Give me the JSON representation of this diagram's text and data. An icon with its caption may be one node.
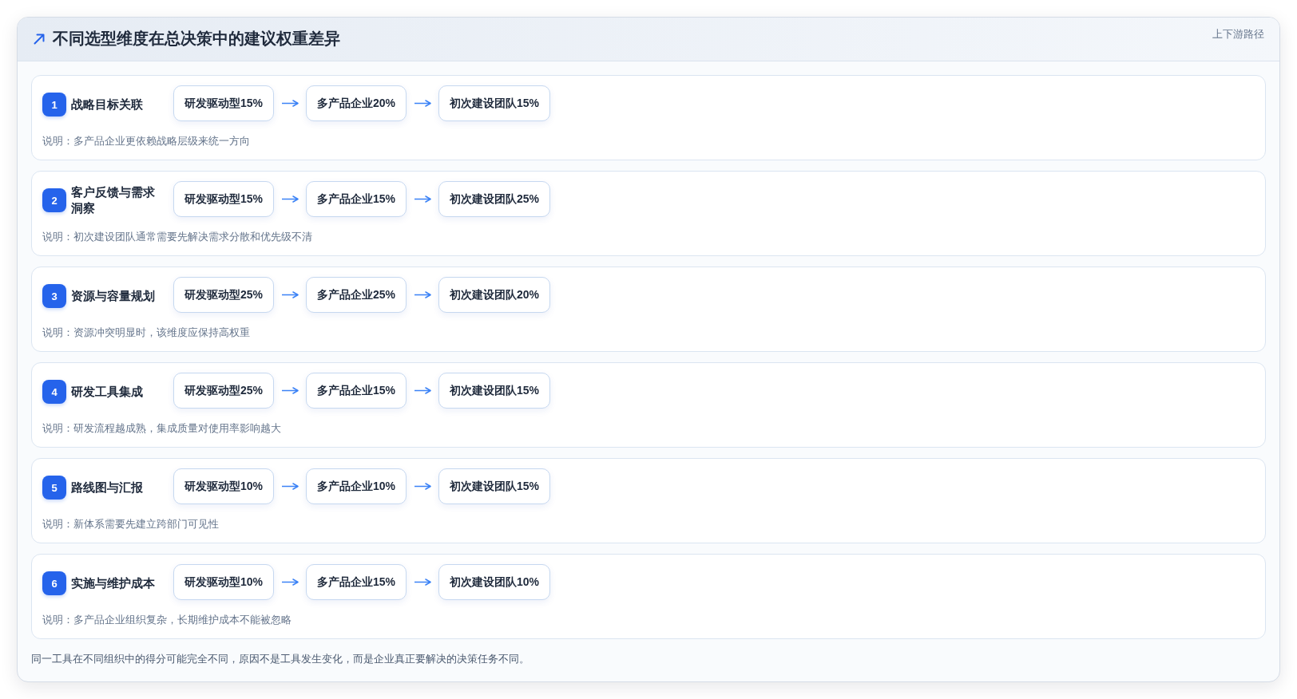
{
  "diagram": {
    "title": "不同选型维度在总决策中的建议权重差异",
    "caption": "同一工具在不同组织中的得分可能完全不同，原因不是工具发生变化，而是企业真正要解决的决策任务不同。",
    "labels": [
      "上下游路径"
    ],
    "nodes": [
      {
        "text": [
          "战略目标关联",
          "说明：多产品企业更依赖战略层级来统一方向"
        ]
      },
      {
        "text": [
          "1"
        ],
        "in": 0
      },
      {
        "text": [
          "研发驱动型15%"
        ],
        "in": 0
      },
      {
        "text": [
          "多产品企业20%"
        ],
        "in": 0
      },
      {
        "text": [
          "初次建设团队15%"
        ],
        "in": 0
      },
      {
        "text": [
          "客户反馈与需求洞察",
          "说明：初次建设团队通常需要先解决需求分散和优先级不清"
        ]
      },
      {
        "text": [
          "2"
        ],
        "in": 5
      },
      {
        "text": [
          "研发驱动型15%"
        ],
        "in": 5
      },
      {
        "text": [
          "多产品企业15%"
        ],
        "in": 5
      },
      {
        "text": [
          "初次建设团队25%"
        ],
        "in": 5
      },
      {
        "text": [
          "资源与容量规划",
          "说明：资源冲突明显时，该维度应保持高权重"
        ]
      },
      {
        "text": [
          "3"
        ],
        "in": 10
      },
      {
        "text": [
          "研发驱动型25%"
        ],
        "in": 10
      },
      {
        "text": [
          "多产品企业25%"
        ],
        "in": 10
      },
      {
        "text": [
          "初次建设团队20%"
        ],
        "in": 10
      },
      {
        "text": [
          "研发工具集成",
          "说明：研发流程越成熟，集成质量对使用率影响越大"
        ]
      },
      {
        "text": [
          "4"
        ],
        "in": 15
      },
      {
        "text": [
          "研发驱动型25%"
        ],
        "in": 15
      },
      {
        "text": [
          "多产品企业15%"
        ],
        "in": 15
      },
      {
        "text": [
          "初次建设团队15%"
        ],
        "in": 15
      },
      {
        "text": [
          "路线图与汇报",
          "说明：新体系需要先建立跨部门可见性"
        ]
      },
      {
        "text": [
          "5"
        ],
        "in": 20
      },
      {
        "text": [
          "研发驱动型10%"
        ],
        "in": 20
      },
      {
        "text": [
          "多产品企业10%"
        ],
        "in": 20
      },
      {
        "text": [
          "初次建设团队15%"
        ],
        "in": 20
      },
      {
        "text": [
          "实施与维护成本",
          "说明：多产品企业组织复杂，长期维护成本不能被忽略"
        ]
      },
      {
        "text": [
          "6"
        ],
        "in": 25
      },
      {
        "text": [
          "研发驱动型10%"
        ],
        "in": 25
      },
      {
        "text": [
          "多产品企业15%"
        ],
        "in": 25
      },
      {
        "text": [
          "初次建设团队10%"
        ],
        "in": 25
      }
    ],
    "edges": [
      {
        "from": 2,
        "to": 3,
        "arrow": "to"
      },
      {
        "from": 3,
        "to": 4,
        "arrow": "to"
      },
      {
        "from": 7,
        "to": 8,
        "arrow": "to"
      },
      {
        "from": 8,
        "to": 9,
        "arrow": "to"
      },
      {
        "from": 12,
        "to": 13,
        "arrow": "to"
      },
      {
        "from": 13,
        "to": 14,
        "arrow": "to"
      },
      {
        "from": 17,
        "to": 18,
        "arrow": "to"
      },
      {
        "from": 18,
        "to": 19,
        "arrow": "to"
      },
      {
        "from": 22,
        "to": 23,
        "arrow": "to"
      },
      {
        "from": 23,
        "to": 24,
        "arrow": "to"
      },
      {
        "from": 27,
        "to": 28,
        "arrow": "to"
      },
      {
        "from": 28,
        "to": 29,
        "arrow": "to"
      }
    ]
  }
}
